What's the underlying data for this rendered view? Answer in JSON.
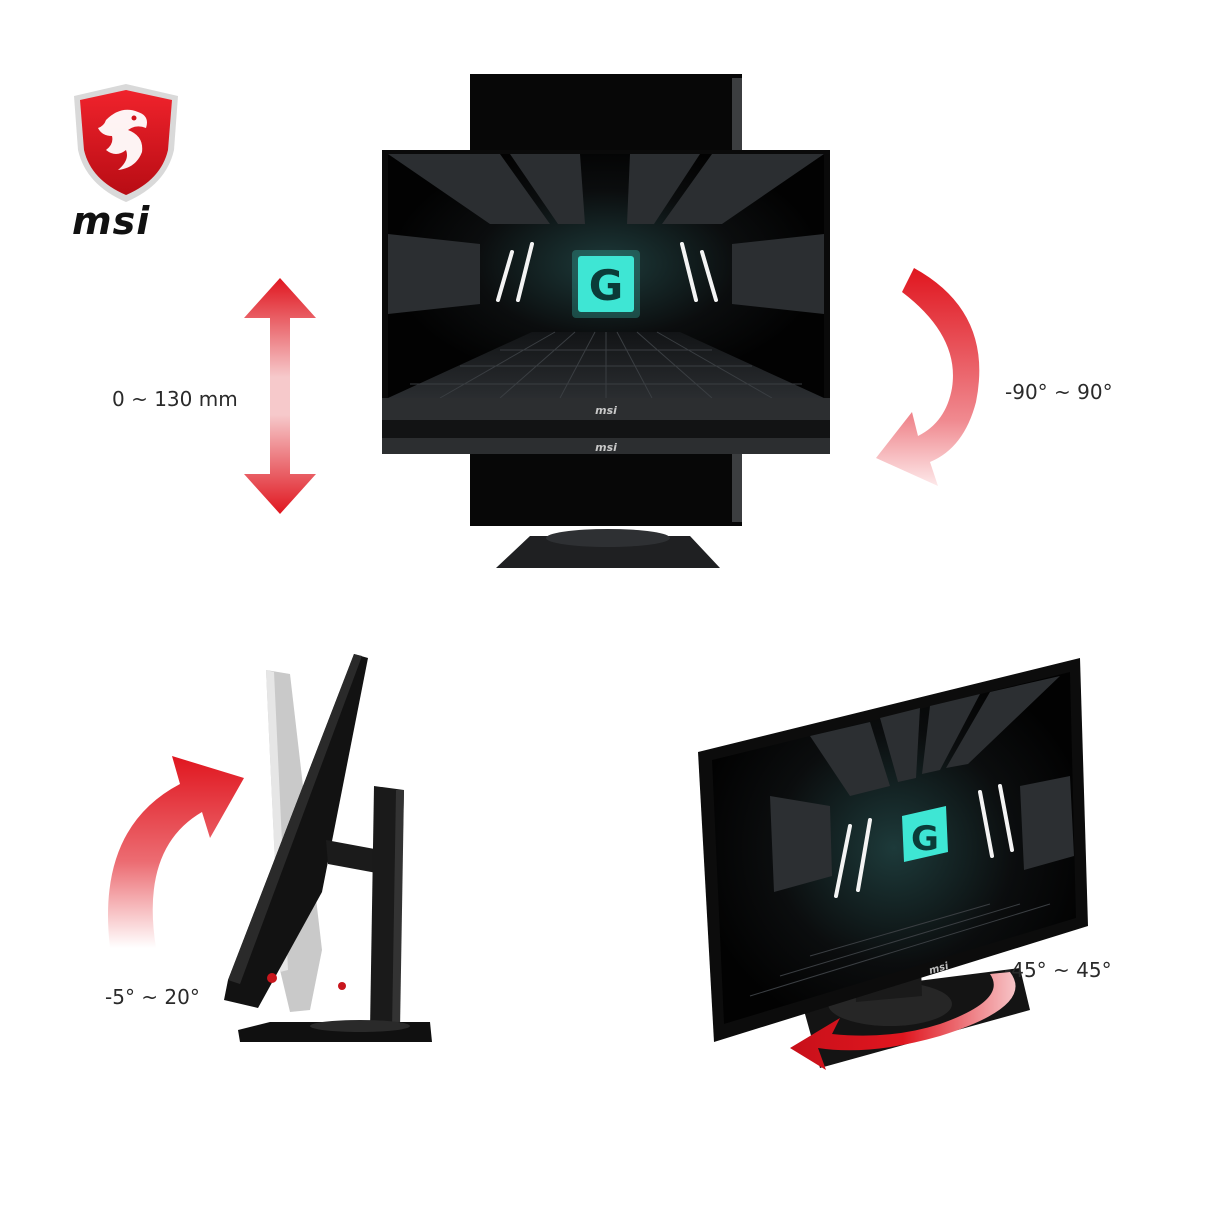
{
  "brand": {
    "logo_text": "msi",
    "accent_color": "#e0161f"
  },
  "screen": {
    "emblem_letter": "G",
    "emblem_color": "#3ee6d4",
    "bezel_text": "msi"
  },
  "features": {
    "height": {
      "label": "0 ~ 130 mm",
      "icon": "vertical-double-arrow-icon"
    },
    "pivot": {
      "label": "-90° ~ 90°",
      "icon": "curved-rotate-arrow-icon"
    },
    "tilt": {
      "label": "-5° ~ 20°",
      "icon": "curved-tilt-arrow-icon"
    },
    "swivel": {
      "label": "-45° ~ 45°",
      "icon": "swivel-arrow-icon"
    }
  }
}
